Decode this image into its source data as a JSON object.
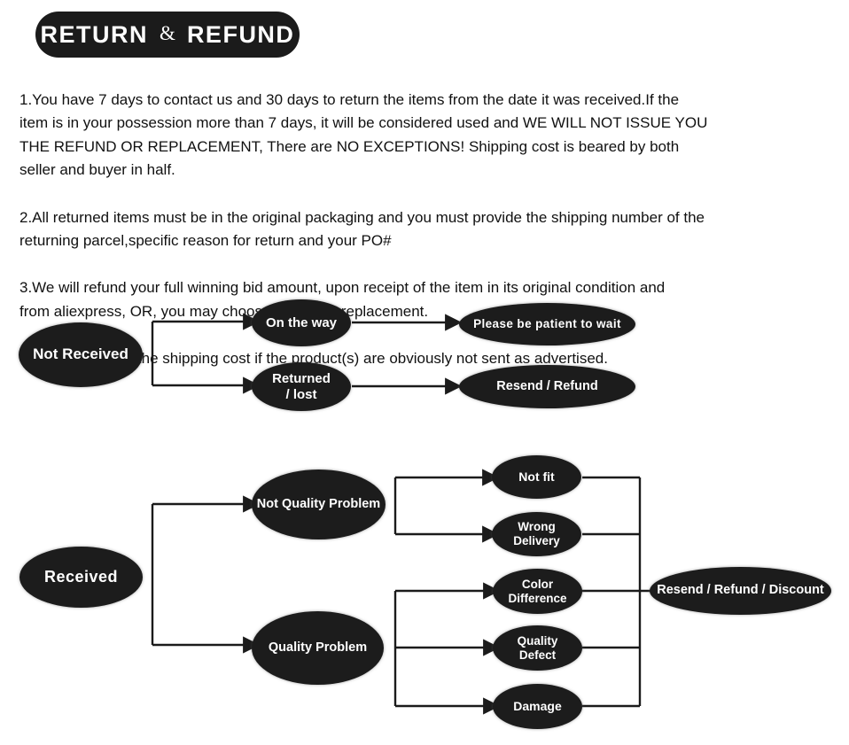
{
  "header": {
    "word1": "RETURN",
    "amp": "&",
    "word2": "REFUND"
  },
  "policy": [
    "1.You have 7 days to contact us and 30 days to return the items from the date it was received.If the\nitem is in your possession more than 7 days, it will be considered used and WE WILL NOT ISSUE YOU\nTHE REFUND OR REPLACEMENT, There are NO EXCEPTIONS! Shipping cost is beared by both\nseller and buyer in half.",
    "2.All returned items must be in the original packaging and you must provide the shipping number of the\nreturning parcel,specific reason for return and your PO#",
    "3.We will refund your full winning bid amount, upon receipt of the item in its original condition and\nfrom aliexpress, OR, you may choose to have a replacement.",
    "4.We will bear all the shipping cost if the product(s) are obviously not sent as advertised."
  ],
  "flow_not_received": {
    "source": "Not Received",
    "on_the_way": "On the way",
    "returned_lost": "Returned\n/  lost",
    "be_patient": "Please be patient to wait",
    "resend_refund": "Resend / Refund"
  },
  "flow_received": {
    "source": "Received",
    "not_quality_problem": "Not Quality Problem",
    "quality_problem": "Quality Problem",
    "not_fit": "Not fit",
    "wrong_delivery": "Wrong\nDelivery",
    "color_difference": "Color\nDifference",
    "quality_defect": "Quality\nDefect",
    "damage": "Damage",
    "outcome": "Resend / Refund / Discount"
  },
  "colors": {
    "node_background": "#1c1c1c",
    "node_text": "#ffffff",
    "body_text": "#111111",
    "connector": "#1b1b1b"
  }
}
